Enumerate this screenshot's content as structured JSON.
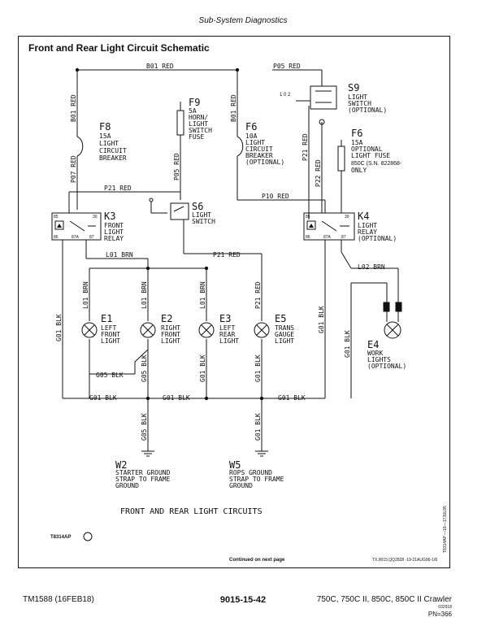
{
  "header": {
    "title": "Sub-System Diagnostics"
  },
  "schematic_title": "Front and Rear Light Circuit Schematic",
  "caption": "FRONT AND REAR LIGHT CIRCUITS",
  "wires": {
    "b01_red_top": "B01 RED",
    "p05_red_top": "P05 RED",
    "b01_red_v1": "B01 RED",
    "b01_red_v2": "B01 RED",
    "p07_red": "P07 RED",
    "p05_red_f9": "P05 RED",
    "p21_red_k3": "P21 RED",
    "p10_red": "P10 RED",
    "p21_red_s9": "P21 RED",
    "p22_red": "P22 RED",
    "l01_brn_h": "L01 BRN",
    "p21_red_mid": "P21 RED",
    "l02_brn": "L02 BRN",
    "l01_brn_e1": "L01 BRN",
    "l01_brn_e2": "L01 BRN",
    "l01_brn_e3": "L01 BRN",
    "p21_red_e5": "P21 RED",
    "g01_blk_e1": "G01 BLK",
    "g05_blk_h": "G05 BLK",
    "g05_blk_v": "G05 BLK",
    "g01_blk_e3": "G01 BLK",
    "g01_blk_e5": "G01 BLK",
    "g01_blk_k4": "G01 BLK",
    "g01_blk_e4": "G01 BLK",
    "g01_blk_b1": "G01 BLK",
    "g01_blk_b2": "G01 BLK",
    "g01_blk_b3": "G01 BLK",
    "g05_blk_w2": "G05 BLK",
    "g01_blk_w5": "G01 BLK"
  },
  "components": {
    "f8": {
      "id": "F8",
      "lines": [
        "15A",
        "LIGHT",
        "CIRCUIT",
        "BREAKER"
      ]
    },
    "f9": {
      "id": "F9",
      "lines": [
        "5A",
        "HORN/",
        "LIGHT",
        "SWITCH",
        "FUSE"
      ]
    },
    "f6a": {
      "id": "F6",
      "lines": [
        "10A",
        "LIGHT",
        "CIRCUIT",
        "BREAKER",
        "(OPTIONAL)"
      ]
    },
    "s9": {
      "id": "S9",
      "lines": [
        "LIGHT",
        "SWITCH",
        "(OPTIONAL)"
      ]
    },
    "f6b": {
      "id": "F6",
      "lines": [
        "15A",
        "OPTIONAL",
        "LIGHT FUSE"
      ],
      "note1": "850C (S.N. 822868-",
      "note2": "ONLY"
    },
    "k3": {
      "id": "K3",
      "lines": [
        "FRONT",
        "LIGHT",
        "RELAY"
      ]
    },
    "s6": {
      "id": "S6",
      "lines": [
        "LIGHT",
        "SWITCH"
      ]
    },
    "k4": {
      "id": "K4",
      "lines": [
        "LIGHT",
        "RELAY",
        "(OPTIONAL)"
      ]
    },
    "e1": {
      "id": "E1",
      "lines": [
        "LEFT",
        "FRONT",
        "LIGHT"
      ]
    },
    "e2": {
      "id": "E2",
      "lines": [
        "RIGHT",
        "FRONT",
        "LIGHT"
      ]
    },
    "e3": {
      "id": "E3",
      "lines": [
        "LEFT",
        "REAR",
        "LIGHT"
      ]
    },
    "e5": {
      "id": "E5",
      "lines": [
        "TRANS",
        "GAUGE",
        "LIGHT"
      ]
    },
    "e4": {
      "id": "E4",
      "lines": [
        "WORK",
        "LIGHTS",
        "(OPTIONAL)"
      ]
    },
    "w2": {
      "id": "W2",
      "lines": [
        "STARTER GROUND",
        "STRAP TO FRAME",
        "GROUND"
      ]
    },
    "w5": {
      "id": "W5",
      "lines": [
        "ROPS GROUND",
        "STRAP TO FRAME",
        "GROUND"
      ]
    }
  },
  "relay_pins": {
    "p85": "85",
    "p30": "30",
    "p86": "86",
    "p87a": "87A",
    "p87": "87"
  },
  "s9_positions": "1 0 2",
  "figure_id": "T8314AP",
  "side_ref": "T8314AP —19—17JUL95",
  "continued": "Continued on next page",
  "doc_ref": "TX,9015,QQ2828 -19-21AUG96-1/8",
  "footer": {
    "left": "TM1588 (16FEB18)",
    "center": "9015-15-42",
    "right": "750C, 750C II, 850C, 850C II Crawler",
    "code": "032918",
    "page": "PN=366"
  }
}
